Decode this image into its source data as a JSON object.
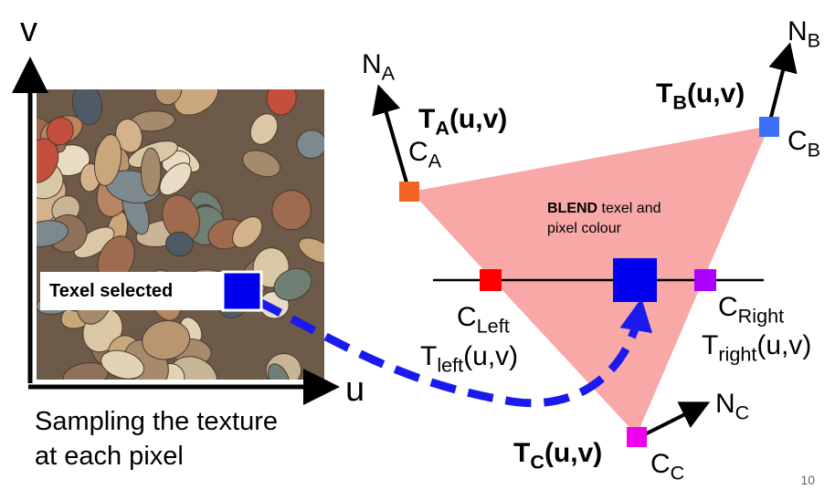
{
  "axes": {
    "v_label": "v",
    "u_label": "u"
  },
  "texture": {
    "texel_label": "Texel selected"
  },
  "caption": {
    "line1": "Sampling the texture",
    "line2": "at each pixel"
  },
  "vertices": {
    "a": {
      "normal": "N",
      "normal_sub": "A",
      "color": "C",
      "color_sub": "A",
      "tex": "T",
      "tex_sub": "A",
      "tex_args": "(u,v)",
      "marker_color": "#f26522"
    },
    "b": {
      "normal": "N",
      "normal_sub": "B",
      "color": "C",
      "color_sub": "B",
      "tex": "T",
      "tex_sub": "B",
      "tex_args": "(u,v)",
      "marker_color": "#3b6ff5"
    },
    "c": {
      "normal": "N",
      "normal_sub": "C",
      "color": "C",
      "color_sub": "C",
      "tex": "T",
      "tex_sub": "C",
      "tex_args": "(u,v)",
      "marker_color": "#ee00ee"
    }
  },
  "scanline": {
    "left": {
      "color": "C",
      "color_sub": "Left",
      "tex": "T",
      "tex_sub": "left",
      "tex_args": "(u,v)",
      "marker_color": "#ff0000"
    },
    "right": {
      "color": "C",
      "color_sub": "Right",
      "tex": "T",
      "tex_sub": "right",
      "tex_args": "(u,v)",
      "marker_color": "#aa00ff"
    }
  },
  "blend": {
    "bold": "BLEND",
    "rest_line1": " texel and",
    "line2": "pixel colour"
  },
  "colors": {
    "triangle": "#f9a8a8",
    "arrow": "#1a1aee",
    "pixel": "#0000ee",
    "texel": "#0000ee"
  },
  "page_number": "10"
}
